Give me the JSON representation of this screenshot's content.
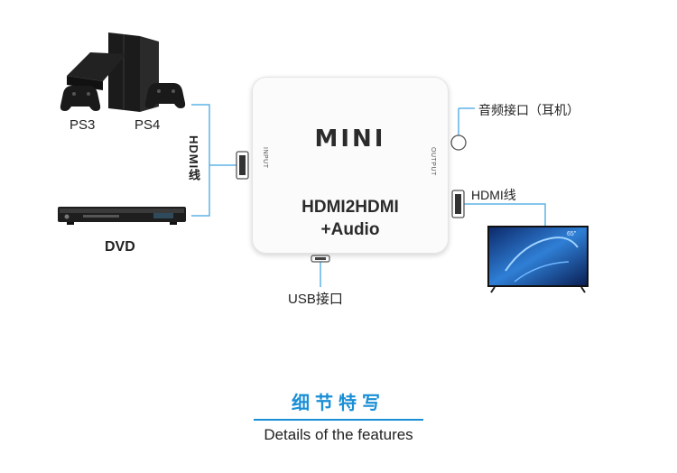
{
  "sources": {
    "ps3_label": "PS3",
    "ps4_label": "PS4",
    "dvd_label": "DVD",
    "input_cable_label": "HDMI线"
  },
  "device": {
    "brand": "MINI",
    "model_line1": "HDMI2HDMI",
    "model_line2": "+Audio",
    "input_port_label": "INPUT",
    "output_port_label": "OUTPUT"
  },
  "outputs": {
    "audio_label": "音频接口（耳机）",
    "output_cable_label": "HDMI线",
    "usb_label": "USB接口",
    "tv_screen_text": "65\""
  },
  "footer": {
    "title": "细节特写",
    "subtitle": "Details of the features"
  },
  "colors": {
    "accent": "#1a8fd6",
    "connector_line": "#5fb3e6",
    "device_body": "#fbfbfb"
  }
}
